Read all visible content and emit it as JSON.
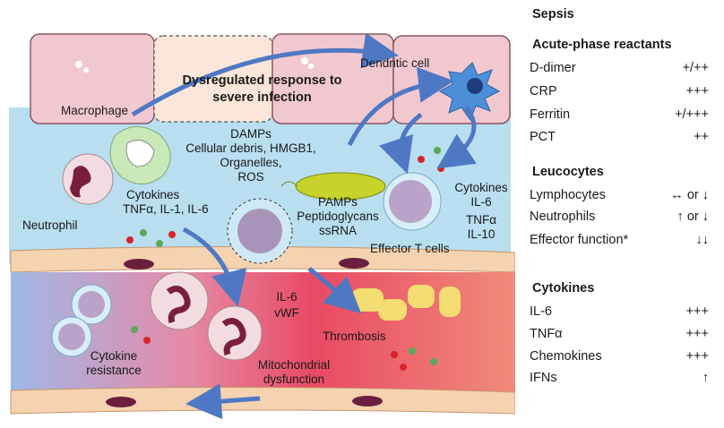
{
  "diagram": {
    "title": "Dysregulated response to severe infection",
    "labels": {
      "macrophage": "Macrophage",
      "dendritic_cell": "Dendritic cell",
      "damps": [
        "DAMPs",
        "Cellular debris, HMGB1,",
        "Organelles,",
        "ROS"
      ],
      "cytokines_left": [
        "Cytokines",
        "TNFα, IL-1, IL-6"
      ],
      "neutrophil": "Neutrophil",
      "pamps": [
        "PAMPs",
        "Peptidoglycans",
        "ssRNA"
      ],
      "effector_t": "Effector T cells",
      "cytokines_right": [
        "Cytokines",
        "IL-6",
        "TNFα",
        "IL-10"
      ],
      "il6_vwf": [
        "IL-6",
        "vWF"
      ],
      "thrombosis": "Thrombosis",
      "cytokine_resistance": [
        "Cytokine",
        "resistance"
      ],
      "mito": [
        "Mitochondrial",
        "dysfunction"
      ]
    }
  },
  "panel": {
    "title": "Sepsis",
    "sections": [
      {
        "heading": "Acute-phase reactants",
        "items": [
          {
            "name": "D-dimer",
            "value": "+/++"
          },
          {
            "name": "CRP",
            "value": "+++"
          },
          {
            "name": "Ferritin",
            "value": "+/+++"
          },
          {
            "name": "PCT",
            "value": "++"
          }
        ]
      },
      {
        "heading": "Leucocytes",
        "items": [
          {
            "name": "Lymphocytes",
            "value": "↔ or ↓"
          },
          {
            "name": "Neutrophils",
            "value": "↑   or ↓"
          },
          {
            "name": "Effector function*",
            "value": "↓↓"
          }
        ]
      },
      {
        "heading": "Cytokines",
        "items": [
          {
            "name": "IL-6",
            "value": "+++"
          },
          {
            "name": "TNFα",
            "value": "+++"
          },
          {
            "name": "Chemokines",
            "value": "+++"
          },
          {
            "name": "IFNs",
            "value": "↑"
          }
        ]
      }
    ]
  },
  "colors": {
    "tissue": "#b8def0",
    "epithelium": "#f2c8d0",
    "vessel": "#e84a63",
    "arrow": "#4f78c4",
    "cytoplasm": "#f2dce2",
    "nucleus": "#7a1f3b",
    "platelet": "#f3dc72"
  }
}
